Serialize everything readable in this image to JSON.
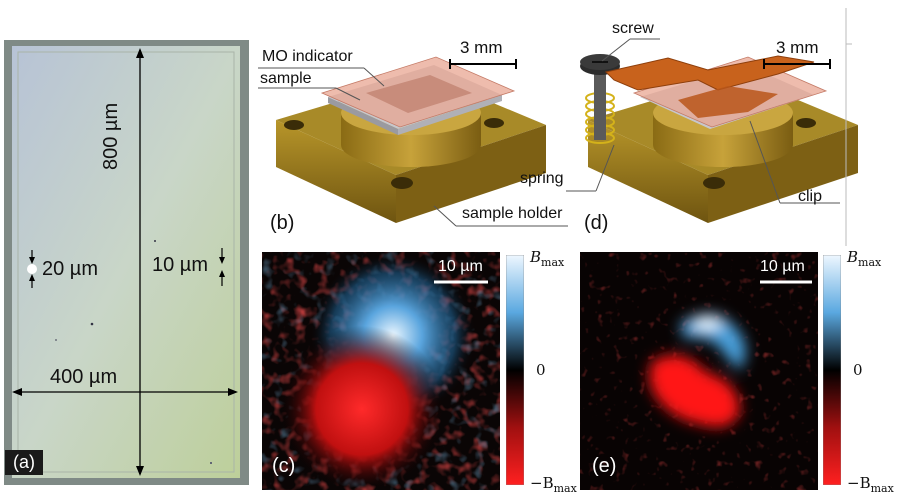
{
  "panel_a": {
    "label": "(a)",
    "dim_length": "800 µm",
    "dim_width": "400 µm",
    "feature_dot": "20 µm",
    "feature_line": "10 µm"
  },
  "panel_b": {
    "label": "(b)",
    "scale": "3 mm",
    "mo_indicator": "MO indicator",
    "sample": "sample",
    "sample_holder": "sample holder"
  },
  "panel_d": {
    "label": "(d)",
    "scale": "3 mm",
    "screw": "screw",
    "spring": "spring",
    "clip": "clip"
  },
  "panel_c": {
    "label": "(c)",
    "scale": "10 µm"
  },
  "panel_e": {
    "label": "(e)",
    "scale": "10 µm"
  },
  "colorbar": {
    "max_label": "B",
    "max_sub": "max",
    "zero_label": "0",
    "min_label": "−B",
    "min_sub": "max",
    "colors": {
      "max": "#e8f4fb",
      "mid_blue": "#3a8fd0",
      "zero": "#000000",
      "mid_red": "#c81010",
      "min": "#ff2020"
    }
  }
}
